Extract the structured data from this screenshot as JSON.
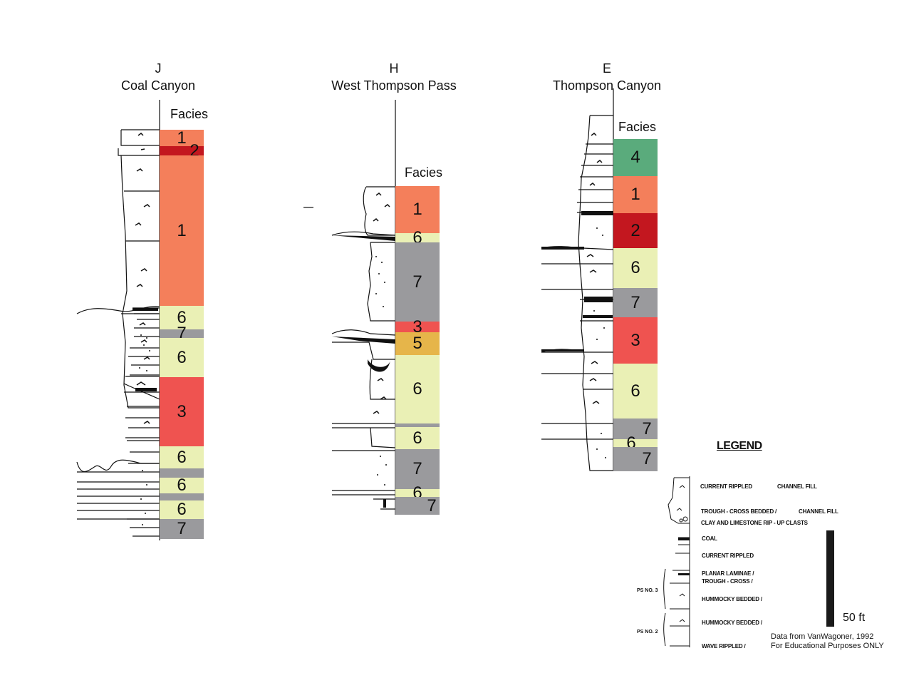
{
  "colors": {
    "facies_1": "#f47f5b",
    "facies_2": "#c3171f",
    "facies_3": "#ef5350",
    "facies_4": "#5aab7c",
    "facies_5": "#e6b54a",
    "facies_6": "#eaf0b5",
    "facies_7": "#9a9a9d"
  },
  "sections": [
    {
      "letter": "J",
      "name": "Coal Canyon",
      "facies_header": "Facies",
      "units": [
        {
          "facies": "1",
          "label": "1"
        },
        {
          "facies": "2",
          "label": "2"
        },
        {
          "facies": "1",
          "label": "1"
        },
        {
          "facies": "6",
          "label": "6"
        },
        {
          "facies": "7",
          "label": "7"
        },
        {
          "facies": "6",
          "label": "6"
        },
        {
          "facies": "3",
          "label": "3"
        },
        {
          "facies": "6",
          "label": "6"
        },
        {
          "facies": "7",
          "label": ""
        },
        {
          "facies": "6",
          "label": "6"
        },
        {
          "facies": "7",
          "label": ""
        },
        {
          "facies": "6",
          "label": "6"
        },
        {
          "facies": "7",
          "label": "7"
        }
      ]
    },
    {
      "letter": "H",
      "name": "West Thompson Pass",
      "facies_header": "Facies",
      "units": [
        {
          "facies": "1",
          "label": "1"
        },
        {
          "facies": "6",
          "label": "6"
        },
        {
          "facies": "7",
          "label": "7"
        },
        {
          "facies": "3",
          "label": "3"
        },
        {
          "facies": "5",
          "label": "5"
        },
        {
          "facies": "6",
          "label": "6"
        },
        {
          "facies": "7",
          "label": ""
        },
        {
          "facies": "6",
          "label": "6"
        },
        {
          "facies": "7",
          "label": "7"
        },
        {
          "facies": "6",
          "label": "6"
        },
        {
          "facies": "7",
          "label": "7"
        }
      ]
    },
    {
      "letter": "E",
      "name": "Thompson Canyon",
      "facies_header": "Facies",
      "units": [
        {
          "facies": "4",
          "label": "4"
        },
        {
          "facies": "1",
          "label": "1"
        },
        {
          "facies": "2",
          "label": "2"
        },
        {
          "facies": "6",
          "label": "6"
        },
        {
          "facies": "7",
          "label": "7"
        },
        {
          "facies": "3",
          "label": "3"
        },
        {
          "facies": "6",
          "label": "6"
        },
        {
          "facies": "7",
          "label": "7"
        },
        {
          "facies": "6",
          "label": "6"
        },
        {
          "facies": "7",
          "label": "7"
        }
      ]
    }
  ],
  "legend": {
    "title": "LEGEND",
    "items": [
      "CURRENT RIPPLED",
      "TROUGH - CROSS BEDDED /",
      "CLAY AND LIMESTONE RIP - UP CLASTS",
      "COAL",
      "CURRENT RIPPLED",
      "PLANAR LAMINAE /",
      "TROUGH - CROSS /",
      "HUMMOCKY BEDDED /",
      "HUMMOCKY BEDDED /",
      "WAVE RIPPLED /"
    ],
    "channel_fill_1": "CHANNEL FILL",
    "channel_fill_2": "CHANNEL FILL",
    "ps_no_3": "PS NO. 3",
    "ps_no_2": "PS NO. 2"
  },
  "scale": {
    "label": "50 ft",
    "feet": 50
  },
  "credit": {
    "line1": "Data from VanWagoner, 1992",
    "line2": "For Educational Purposes ONLY"
  }
}
